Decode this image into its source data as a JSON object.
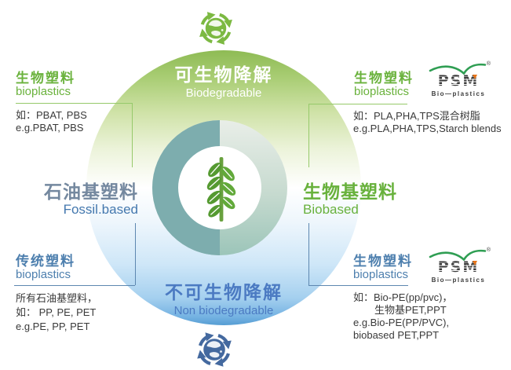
{
  "diagram_title": "bioplastics classification",
  "colors": {
    "circle_green_top": "#8ebb54",
    "circle_blue_bottom": "#569dd3",
    "ring_teal_left": "#7dadae",
    "ring_teal_right": "#9cc5b9",
    "green_accent": "#6ab23c",
    "blue_accent": "#4d7fae",
    "nonbio_blue": "#4b7ac2",
    "slate_blue": "#74889f",
    "fossil_blue": "#4478ae",
    "dark_text": "#3a3a3a",
    "icon_green": "#7cb942",
    "icon_blue": "#44699f",
    "logo_green": "#2f9e53",
    "logo_orange": "#e8761b"
  },
  "icons": {
    "top": "recycle-globe-green",
    "bottom": "recycle-globe-blue",
    "center": "plant-sprout"
  },
  "center": {
    "top": {
      "zh": "可生物降解",
      "en": "Biodegradable"
    },
    "bottom": {
      "zh": "不可生物降解",
      "en": "Non biodegradable"
    },
    "left": {
      "zh": "石油基塑料",
      "en": "Fossil.based"
    },
    "right": {
      "zh": "生物基塑料",
      "en": "Biobased"
    }
  },
  "quadrant_labels": {
    "top_left": {
      "zh": "生物塑料",
      "en": "bioplastics",
      "examples": [
        "如：PBAT, PBS",
        "e.g.PBAT, PBS"
      ]
    },
    "top_right": {
      "zh": "生物塑料",
      "en": "bioplastics",
      "examples": [
        "如：PLA,PHA,TPS混合树脂",
        "e.g.PLA,PHA,TPS,Starch blends"
      ]
    },
    "bottom_left": {
      "zh": "传统塑料",
      "en": "bioplastics",
      "examples": [
        "所有石油基塑料，",
        "如： PP, PE, PET",
        "e.g.PE, PP, PET"
      ]
    },
    "bottom_right": {
      "zh": "生物塑料",
      "en": "bioplastics",
      "examples": [
        "如：Bio-PE(pp/pvc)，",
        "生物基PET,PPT",
        "e.g.Bio-PE(PP/PVC),",
        "biobased PET,PPT"
      ]
    }
  },
  "logo": {
    "name": "PSM",
    "registered": "®",
    "subtitle": "Bio—plastics"
  }
}
